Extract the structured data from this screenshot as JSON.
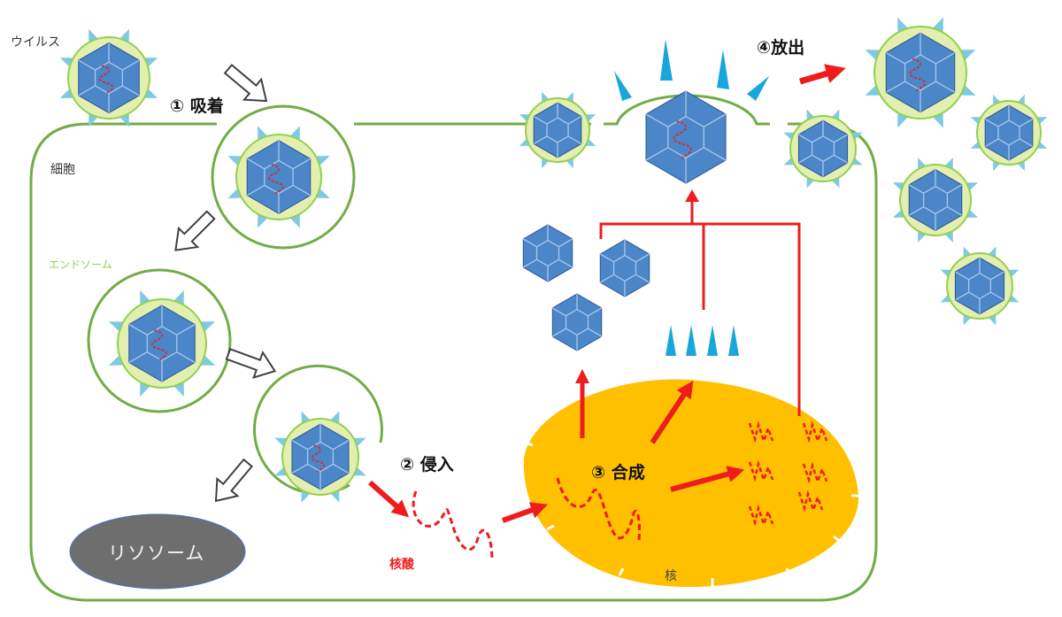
{
  "labels": {
    "virus": "ウイルス",
    "cell": "細胞",
    "endosome": "エンドソーム",
    "lysosome": "リソソーム",
    "nucleic_acid": "核酸",
    "nucleus": "核"
  },
  "steps": [
    {
      "label": "① 吸着"
    },
    {
      "label": "② 侵入"
    },
    {
      "label": "③ 合成"
    },
    {
      "label": "④放出"
    }
  ],
  "colors": {
    "cell_membrane": "#70ad47",
    "endosome_ring": "#70ad47",
    "virus_envelope": "#e2efae",
    "capsid": "#4a86c8",
    "spike": "#7ec9e6",
    "new_spike": "#19a6dc",
    "nucleus": "#ffc000",
    "lysosome": "#6e6e6e",
    "arrow_red": "#ee1c1c",
    "nucleic_acid": "#ee1c1c"
  }
}
